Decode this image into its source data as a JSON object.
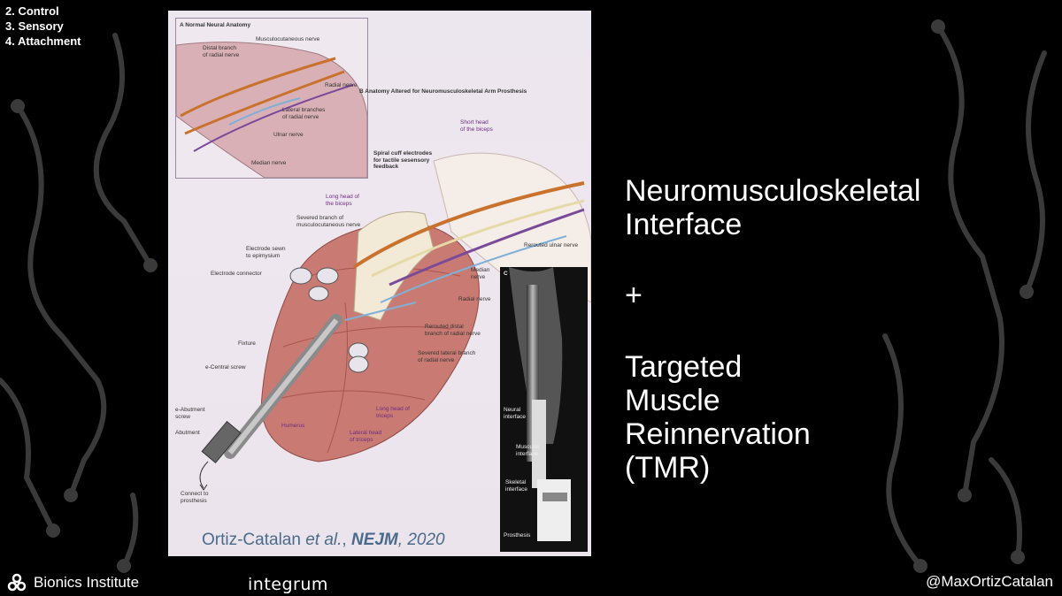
{
  "nav": {
    "items": [
      "2. Control",
      "3. Sensory",
      "4. Attachment"
    ]
  },
  "figure": {
    "panel_a": {
      "title": "A  Normal Neural Anatomy",
      "labels": {
        "musculocutaneous": "Musculocutaneous nerve",
        "distal_radial": "Distal branch\nof radial nerve",
        "radial": "Radial nerve",
        "lateral_radial": "Lateral branches\nof radial nerve",
        "ulnar": "Ulnar nerve",
        "median": "Median nerve"
      }
    },
    "panel_b": {
      "title": "B  Anatomy Altered for Neuromusculoskeletal Arm Prosthesis",
      "labels": {
        "short_head": "Short head\nof the biceps",
        "spiral_cuff": "Spiral cuff electrodes\nfor tactile sesensory\nfeedback",
        "long_head_biceps": "Long head of\nthe biceps",
        "severed_musculo": "Severed branch of\nmusculocutaneous nerve",
        "rerouted_ulnar": "Rerouted ulnar nerve",
        "electrode_sewn": "Electrode sewn\nto epimysium",
        "electrode_connector": "Electrode connector",
        "median": "Median\nnerve",
        "radial": "Radial nerve",
        "rerouted_distal": "Rerouted distal\nbranch of radial nerve",
        "severed_lateral": "Severed lateral branch\nof radial nerve",
        "fixture": "Fixture",
        "central_screw": "e-Central screw",
        "abutment_screw": "e-Abutment\nscrew",
        "abutment": "Abutment",
        "humerus": "Humerus",
        "long_head_triceps": "Long head of\ntriceps",
        "lateral_head_triceps": "Lateral head\nof triceps",
        "connect": "Connect to\nprosthesis"
      }
    },
    "panel_c": {
      "title": "C",
      "labels": {
        "neural": "Neural\ninterface",
        "muscular": "Muscular\ninterface",
        "skeletal": "Skeletal\ninterface",
        "prosthesis": "Prosthesis"
      }
    },
    "citation": {
      "author": "Ortiz-Catalan ",
      "etal": "et al.",
      "sep": ", ",
      "journal": "NEJM",
      "year": ", 2020"
    }
  },
  "headline": {
    "line1": "Neuromusculoskeletal",
    "line2": "Interface",
    "plus": "+",
    "line3": "Targeted",
    "line4": "Muscle",
    "line5": "Reinnervation",
    "line6": "(TMR)"
  },
  "footer": {
    "bionics": "Bionics Institute",
    "integrum": "integrum",
    "handle": "@MaxOrtizCatalan"
  },
  "colors": {
    "background": "#000000",
    "circuit": "#3a3a3a",
    "citation": "#4a6b8a",
    "label_purple": "#6b2d82"
  }
}
